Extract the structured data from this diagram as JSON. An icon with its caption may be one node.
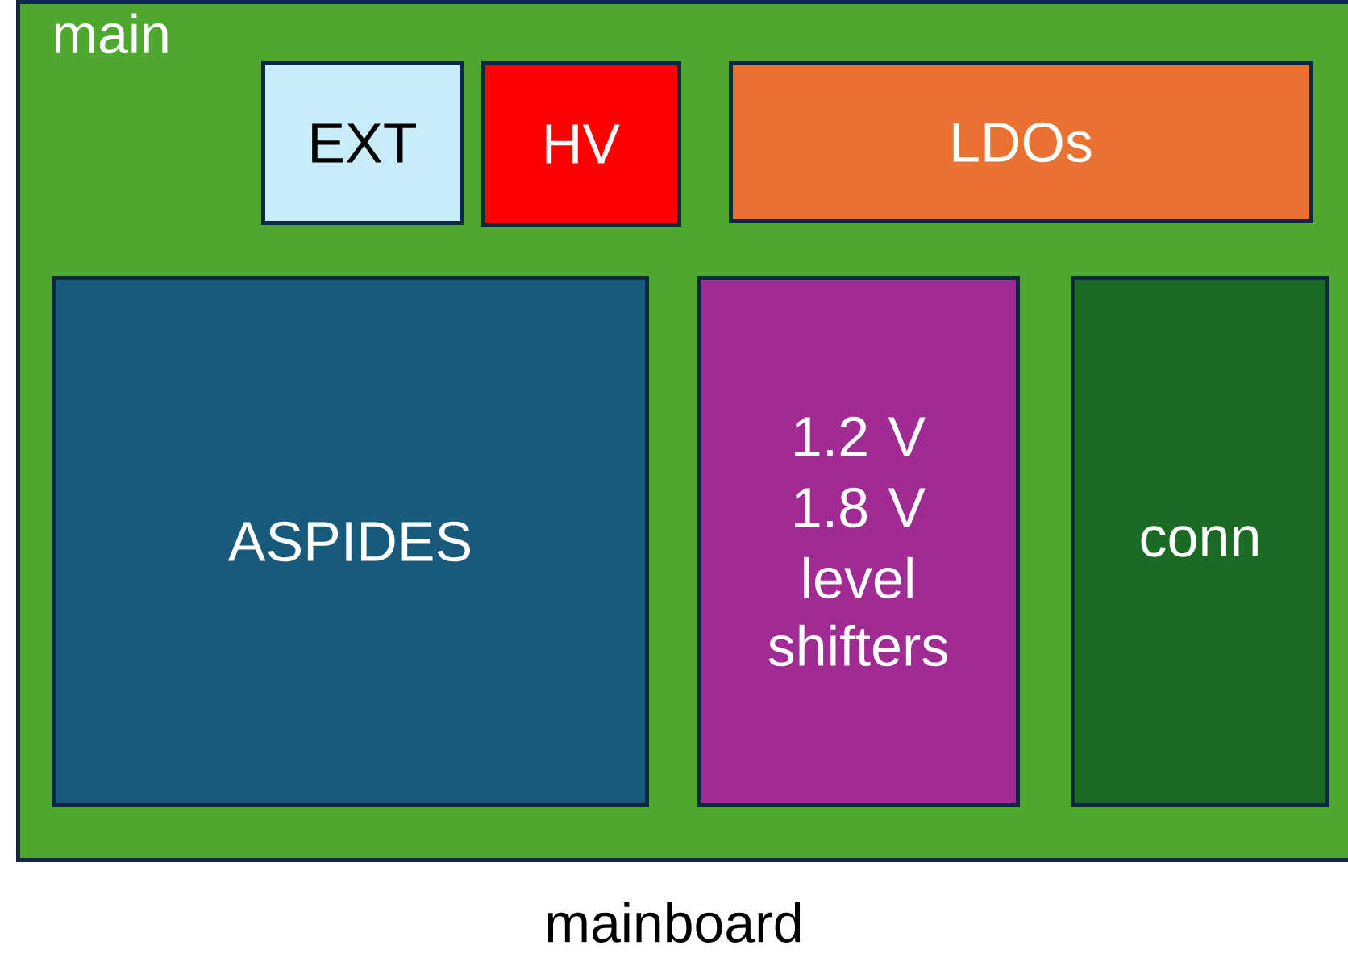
{
  "diagram": {
    "caption": "mainboard",
    "nodes": [
      {
        "text": [
          "main"
        ]
      },
      {
        "text": [
          "EXT"
        ],
        "in": 0
      },
      {
        "text": [
          "HV"
        ],
        "in": 0
      },
      {
        "text": [
          "LDOs"
        ],
        "in": 0
      },
      {
        "text": [
          "ASPIDES"
        ],
        "in": 0
      },
      {
        "text": [
          "1.2 V",
          "1.8 V",
          "level shifters"
        ],
        "in": 0
      },
      {
        "text": [
          "conn"
        ],
        "in": 0
      }
    ]
  }
}
